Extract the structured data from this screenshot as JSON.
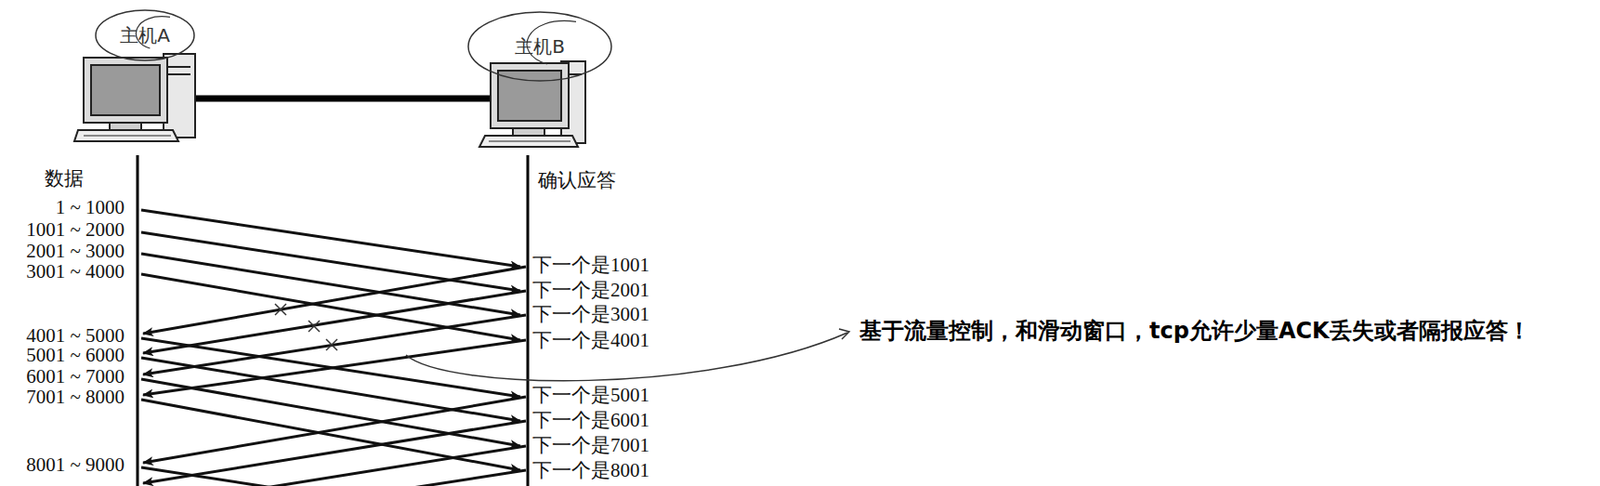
{
  "diagram": {
    "nodes": [
      {
        "text": [
          "主机A"
        ]
      },
      {
        "text": [
          "主机B"
        ]
      }
    ],
    "labels": [
      "数据",
      "1 ~ 1000",
      "1001 ~ 2000",
      "2001 ~ 3000",
      "3001 ~ 4000",
      "4001 ~ 5000",
      "5001 ~ 6000",
      "6001 ~ 7000",
      "7001 ~ 8000",
      "8001 ~ 9000",
      "确认应答",
      "下一个是1001",
      "下一个是2001",
      "下一个是3001",
      "下一个是4001",
      "下一个是5001",
      "下一个是6001",
      "下一个是7001",
      "下一个是8001",
      "基于流量控制，和滑动窗口，tcp允许少量ACK丢失或者隔报应答！"
    ]
  }
}
